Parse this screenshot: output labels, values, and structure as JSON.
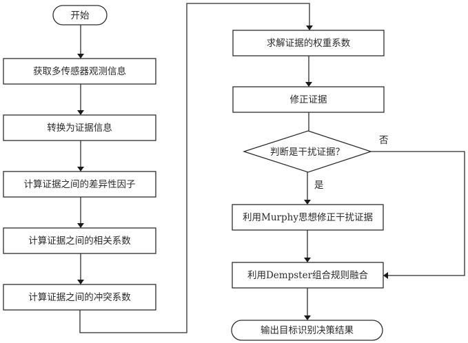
{
  "diagram": {
    "type": "flowchart",
    "nodes": [
      {
        "id": "start",
        "shape": "terminator",
        "label": "开始"
      },
      {
        "id": "n1",
        "shape": "process",
        "label": "获取多传感器观测信息"
      },
      {
        "id": "n2",
        "shape": "process",
        "label": "转换为证据信息"
      },
      {
        "id": "n3",
        "shape": "process",
        "label": "计算证据之间的差异性因子"
      },
      {
        "id": "n4",
        "shape": "process",
        "label": "计算证据之间的相关系数"
      },
      {
        "id": "n5",
        "shape": "process",
        "label": "计算证据之间的冲突系数"
      },
      {
        "id": "n6",
        "shape": "process",
        "label": "求解证据的权重系数"
      },
      {
        "id": "n7",
        "shape": "process",
        "label": "修正证据"
      },
      {
        "id": "d1",
        "shape": "decision",
        "label": "判断是干扰证据？"
      },
      {
        "id": "n8",
        "shape": "process",
        "label": "利用Murphy思想修正干扰证据"
      },
      {
        "id": "n9",
        "shape": "process",
        "label": "利用Dempster组合规则融合"
      },
      {
        "id": "end",
        "shape": "terminator",
        "label": "输出目标识别决策结果"
      }
    ],
    "edge_labels": {
      "yes": "是",
      "no": "否"
    },
    "edges": [
      {
        "from": "start",
        "to": "n1"
      },
      {
        "from": "n1",
        "to": "n2"
      },
      {
        "from": "n2",
        "to": "n3"
      },
      {
        "from": "n3",
        "to": "n4"
      },
      {
        "from": "n4",
        "to": "n5"
      },
      {
        "from": "n5",
        "to": "n6"
      },
      {
        "from": "n6",
        "to": "n7"
      },
      {
        "from": "n7",
        "to": "d1"
      },
      {
        "from": "d1",
        "to": "n8",
        "label": "是"
      },
      {
        "from": "d1",
        "to": "n9",
        "label": "否"
      },
      {
        "from": "n8",
        "to": "n9"
      },
      {
        "from": "n9",
        "to": "end"
      }
    ]
  }
}
